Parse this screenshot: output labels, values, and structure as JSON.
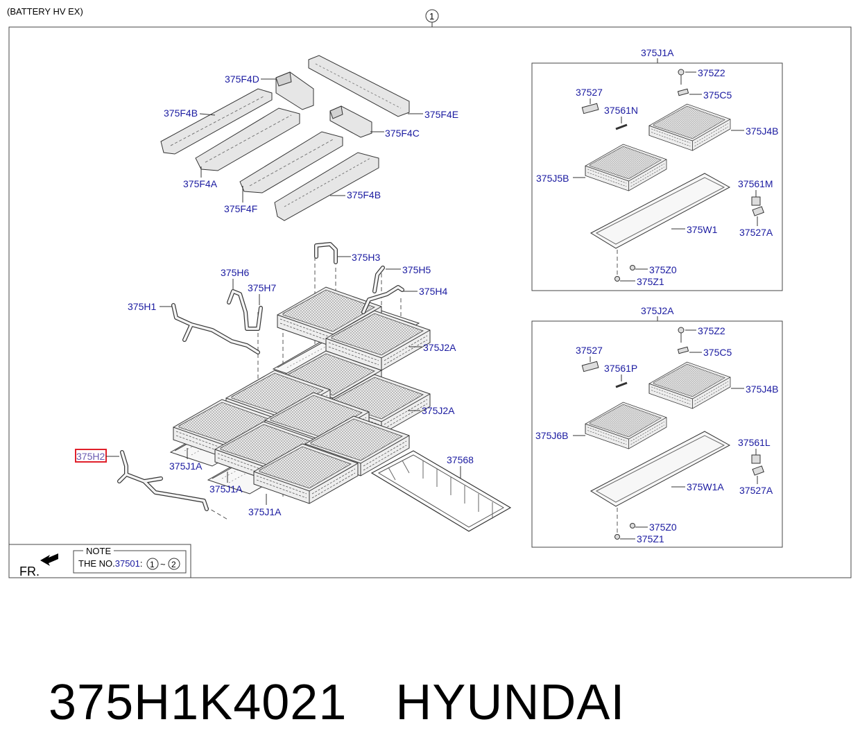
{
  "diagram": {
    "header": "(BATTERY HV EX)",
    "ref_number": "1",
    "labels": {
      "f4d": "375F4D",
      "f4b_top": "375F4B",
      "f4e": "375F4E",
      "f4c": "375F4C",
      "f4a": "375F4A",
      "f4f": "375F4F",
      "f4b_bot": "375F4B",
      "h3": "375H3",
      "h5": "375H5",
      "h6": "375H6",
      "h7": "375H7",
      "h4": "375H4",
      "h1": "375H1",
      "h2": "375H2",
      "j2a_1": "375J2A",
      "j2a_2": "375J2A",
      "j1a_1": "375J1A",
      "j1a_2": "375J1A",
      "j1a_3": "375J1A",
      "part_37568": "37568"
    },
    "panel_top": {
      "title": "375J1A",
      "labels": {
        "z2": "375Z2",
        "c5": "375C5",
        "p37527": "37527",
        "n": "37561N",
        "j4b": "375J4B",
        "j5b": "375J5B",
        "m": "37561M",
        "w1": "375W1",
        "p37527a": "37527A",
        "z0": "375Z0",
        "z1": "375Z1"
      }
    },
    "panel_bottom": {
      "title": "375J2A",
      "labels": {
        "z2": "375Z2",
        "c5": "375C5",
        "p37527": "37527",
        "p": "37561P",
        "j4b": "375J4B",
        "j6b": "375J6B",
        "l": "37561L",
        "w1a": "375W1A",
        "p37527a": "37527A",
        "z0": "375Z0",
        "z1": "375Z1"
      }
    },
    "note": {
      "title": "NOTE",
      "text_prefix": "THE NO.",
      "part_no": "37501",
      "range_start": "1",
      "range_sep": "~",
      "range_end": "2"
    },
    "front_label": "FR.",
    "highlighted_label": "375H2",
    "highlight_color": "#e0202a",
    "label_color": "#1a1aa0"
  },
  "caption": {
    "part_number": "375H1K4021",
    "brand": "HYUNDAI"
  }
}
